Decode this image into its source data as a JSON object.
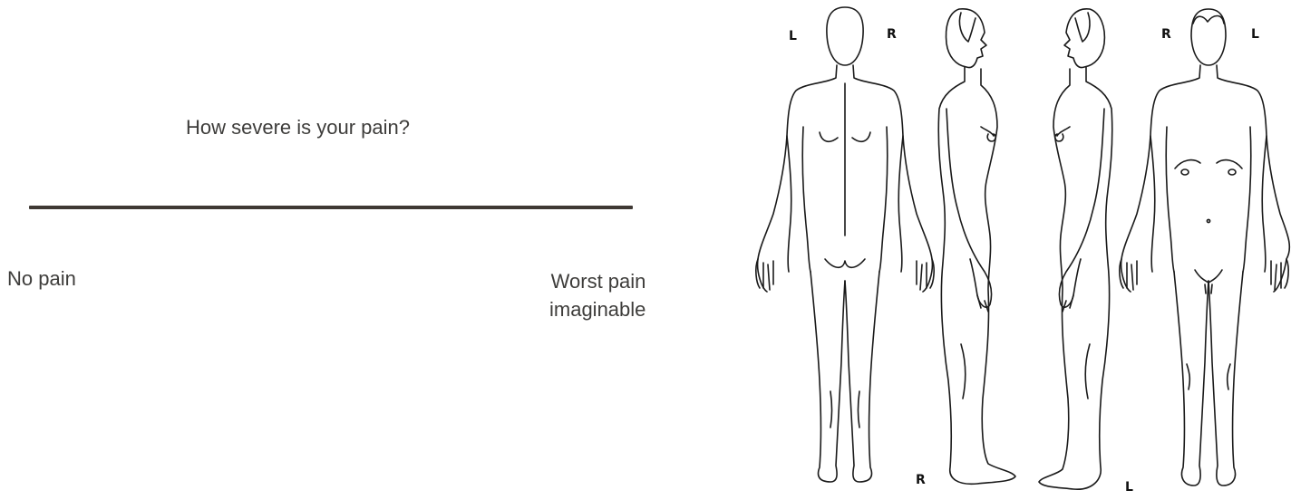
{
  "scale": {
    "question": "How severe is your pain?",
    "min_label": "No pain",
    "max_label_lines": [
      "Worst pain",
      "imaginable"
    ]
  },
  "body_map": {
    "back_view": {
      "left_label": "L",
      "right_label": "R"
    },
    "side_right": {
      "label": "R"
    },
    "side_left": {
      "label": "L"
    },
    "front_view": {
      "right_label": "R",
      "left_label": "L"
    }
  }
}
